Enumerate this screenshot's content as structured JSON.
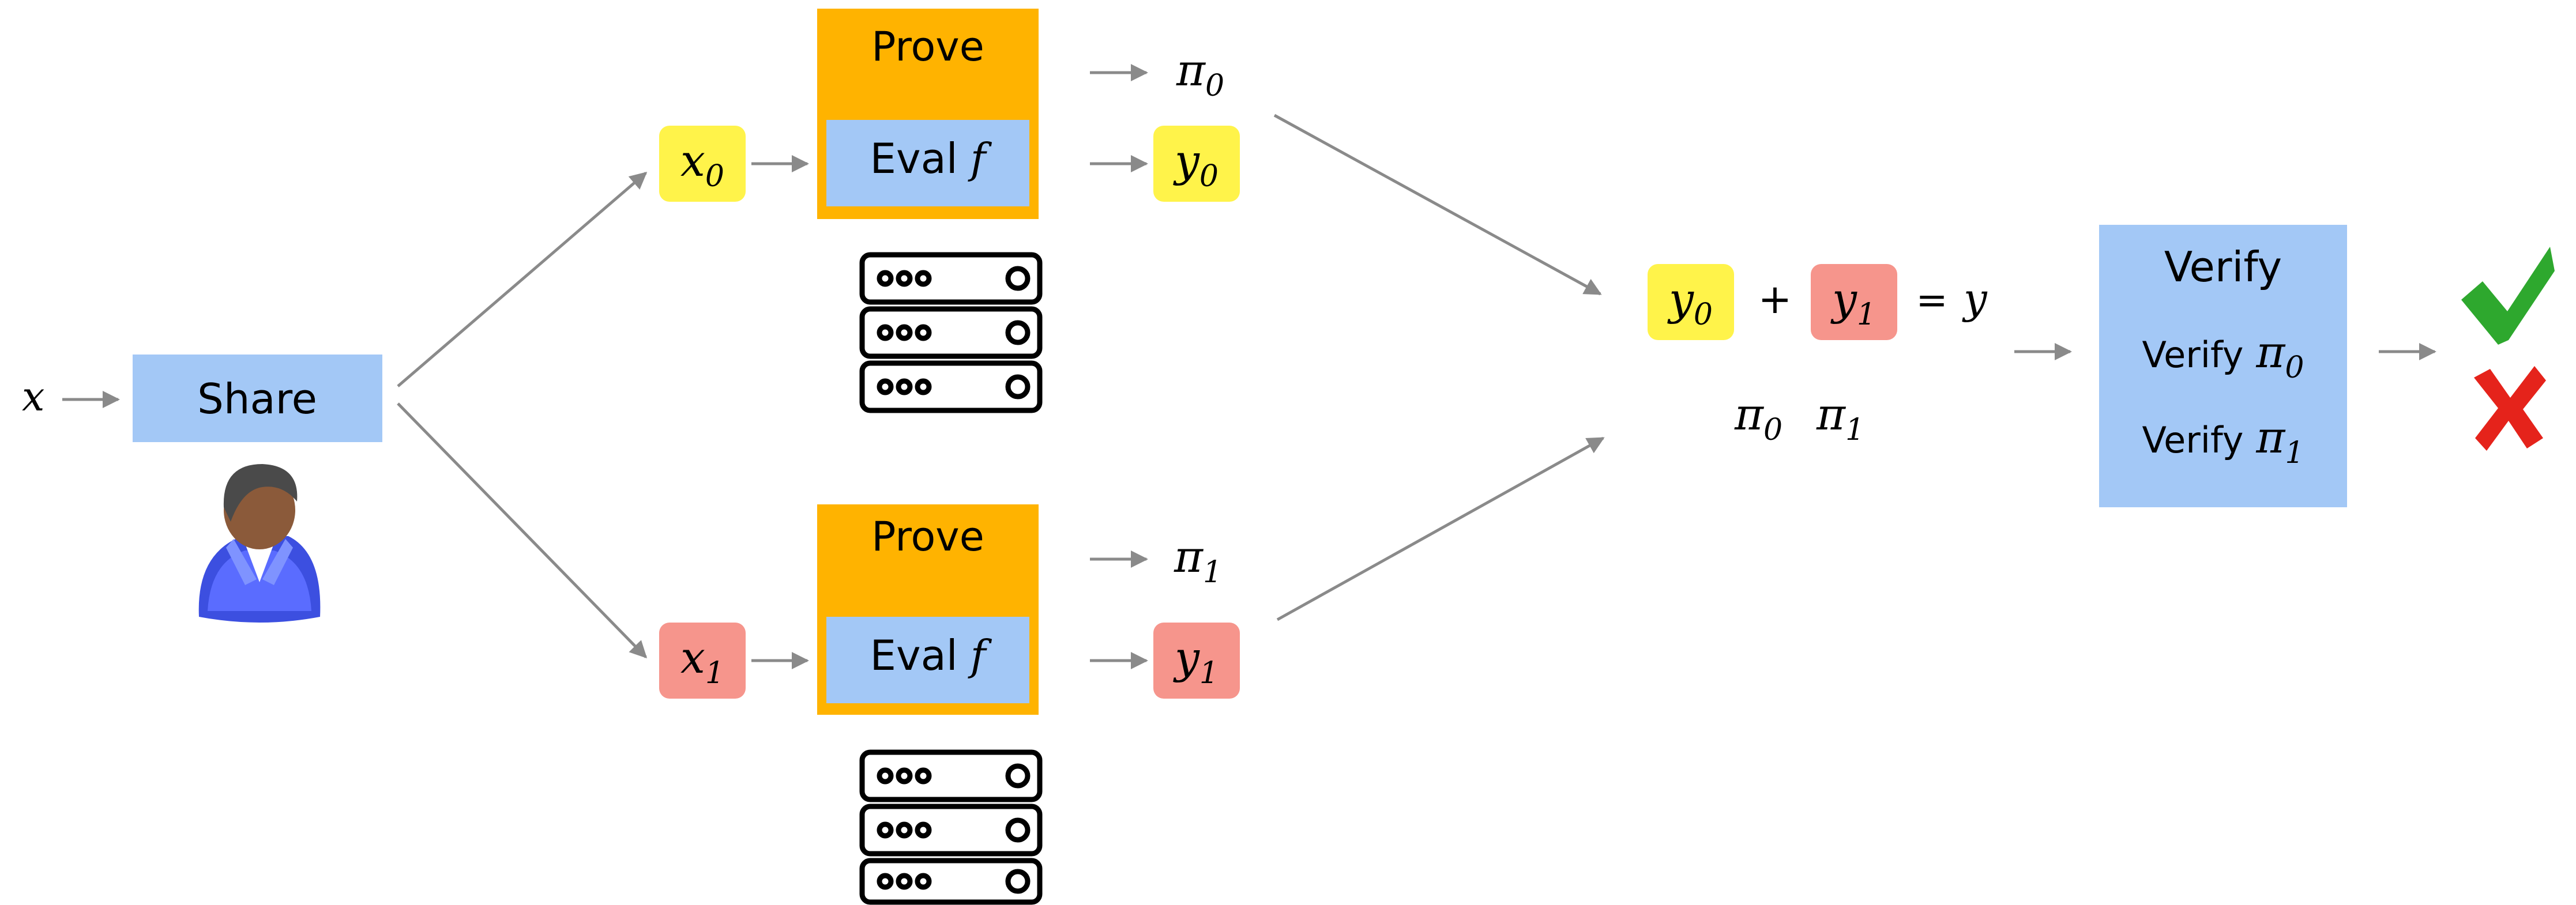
{
  "colors": {
    "blue_box": "#a3c8f6",
    "orange_box": "#ffb300",
    "yellow_chip": "#fff34a",
    "red_chip": "#f6958c",
    "arrow": "#8a8a8a",
    "check": "#2ea82e",
    "cross": "#e5231b",
    "text": "#000000"
  },
  "input": {
    "symbol": "x"
  },
  "share": {
    "label": "Share",
    "user_icon": "user-avatar-icon"
  },
  "servers": [
    {
      "input_var": "x",
      "input_sub": "0",
      "prove_label": "Prove",
      "eval_label": "Eval",
      "eval_fn": "f",
      "proof_var": "π",
      "proof_sub": "0",
      "output_var": "y",
      "output_sub": "0",
      "icon": "server-rack-icon"
    },
    {
      "input_var": "x",
      "input_sub": "1",
      "prove_label": "Prove",
      "eval_label": "Eval",
      "eval_fn": "f",
      "proof_var": "π",
      "proof_sub": "1",
      "output_var": "y",
      "output_sub": "1",
      "icon": "server-rack-icon"
    }
  ],
  "combine": {
    "plus": "+",
    "equals": "=",
    "result": "y",
    "left": {
      "var": "y",
      "sub": "0"
    },
    "right": {
      "var": "y",
      "sub": "1"
    },
    "proofs": [
      {
        "var": "π",
        "sub": "0"
      },
      {
        "var": "π",
        "sub": "1"
      }
    ]
  },
  "verify": {
    "title": "Verify",
    "lines": [
      {
        "label": "Verify",
        "var": "π",
        "sub": "0"
      },
      {
        "label": "Verify",
        "var": "π",
        "sub": "1"
      }
    ]
  },
  "outcomes": {
    "accept_icon": "checkmark-icon",
    "reject_icon": "cross-icon"
  }
}
